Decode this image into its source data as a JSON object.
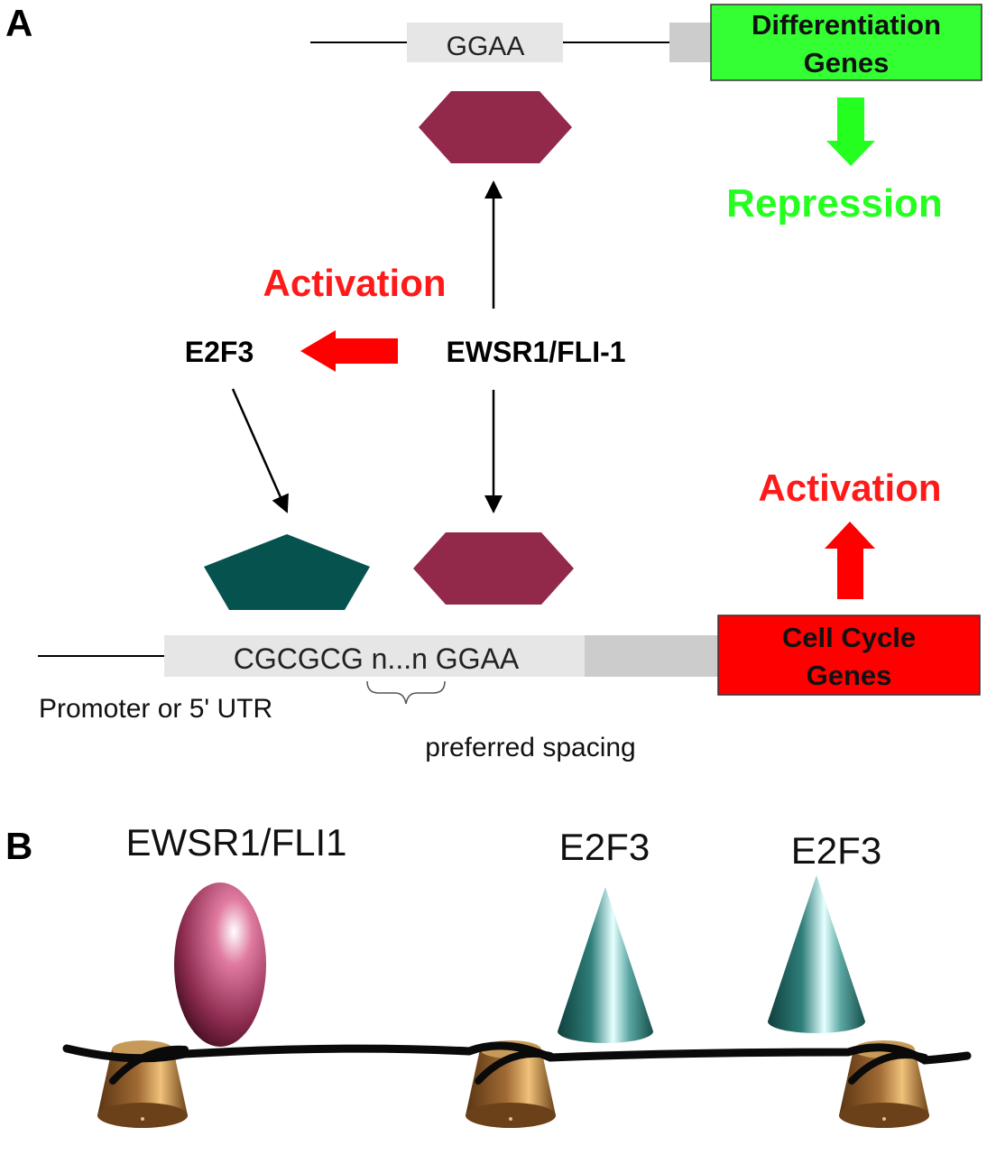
{
  "panel_a": {
    "label": "A",
    "top_gene": {
      "motif": "GGAA",
      "gene_box": [
        "Differentiation",
        "Genes"
      ],
      "effect": "Repression"
    },
    "center": {
      "ews_label": "EWSR1/FLI-1",
      "e2f3_label": "E2F3",
      "activation_label": "Activation"
    },
    "bottom_gene": {
      "motif": "CGCGCG n...n GGAA",
      "gene_box": [
        "Cell Cycle",
        "Genes"
      ],
      "effect": "Activation",
      "region_label": "Promoter or 5' UTR",
      "spacing_label": "preferred spacing"
    }
  },
  "panel_b": {
    "label": "B",
    "labels": [
      "EWSR1/FLI1",
      "E2F3",
      "E2F3"
    ]
  },
  "colors": {
    "hexagon": "#92294b",
    "pentagon": "#05524f",
    "activation_red": "#ff0000",
    "repression_green": "#24ff1f",
    "cell_cycle_box": "#ff0000",
    "differentiation_box": "#33ff33",
    "motif_box": "#e6e6e6",
    "spacer_box": "#cccccc",
    "nucleosome": "#7a4a1c"
  }
}
